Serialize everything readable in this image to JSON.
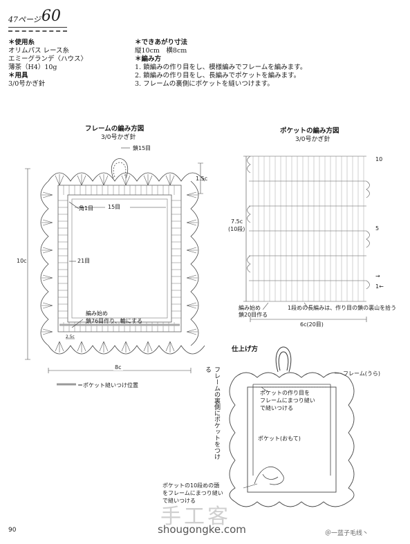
{
  "header": {
    "page_prefix": "47",
    "page_word": "ページ",
    "page_number": "60"
  },
  "materials": {
    "yarn_heading": "＊使用糸",
    "yarn_brand": "オリムパス レース糸",
    "yarn_name": "エミーグランデ〈ハウス〉",
    "yarn_color": "薄茶（H4）10g",
    "tools_heading": "＊用具",
    "hook": "3/0号かぎ針"
  },
  "finish": {
    "size_heading": "＊できあがり寸法",
    "size_value": "縦10cm　横8cm",
    "method_heading": "＊編み方",
    "steps": [
      "1. 鎖編みの作り目をし、模様編みでフレームを編みます。",
      "2. 鎖編みの作り目をし、長編みでポケットを編みます。",
      "3. フレームの裏側にポケットを縫いつけます。"
    ]
  },
  "frame_chart": {
    "title": "フレームの編み方図",
    "hook": "3/0号かぎ針",
    "chain15": "鎖15目",
    "height_label": "1.5c",
    "corner": "角1目",
    "top_count": "15目",
    "side_count": "21目",
    "start_1": "編み始め",
    "start_2": "鎖76目作り、輪にする",
    "total_height": "10c",
    "width": "8c",
    "small_label": "2.5c",
    "legend": "＝ポケット縫いつけ位置"
  },
  "pocket_chart": {
    "title": "ポケットの編み方図",
    "hook": "3/0号かぎ針",
    "height_1": "7.5c",
    "height_2": "(10段)",
    "row_10": "10",
    "row_5": "5",
    "row_1": "1←",
    "arrow": "→",
    "start_1": "編み始め",
    "start_2": "鎖20目作る",
    "note": "1段めの長編みは、作り目の鎖の裏山を拾う",
    "width": "6c(20目)"
  },
  "assembly": {
    "title": "仕上げ方",
    "frame_label": "フレーム(うら)",
    "pocket_cast_1": "ポケットの作り目を",
    "pocket_cast_2": "フレームにまつり縫い",
    "pocket_cast_3": "で縫いつける",
    "pocket_face": "ポケット(おもて)",
    "vertical_note": "フレームの裏側にポケットをつける",
    "top_sew_1": "ポケットの10段めの頭",
    "top_sew_2": "をフレームにまつり縫い",
    "top_sew_3": "で縫いつける"
  },
  "footer": {
    "page": "90",
    "watermark_cn": "手工客",
    "watermark_url": "shougongke.com",
    "weibo": "＠一蓝子毛线丶"
  }
}
